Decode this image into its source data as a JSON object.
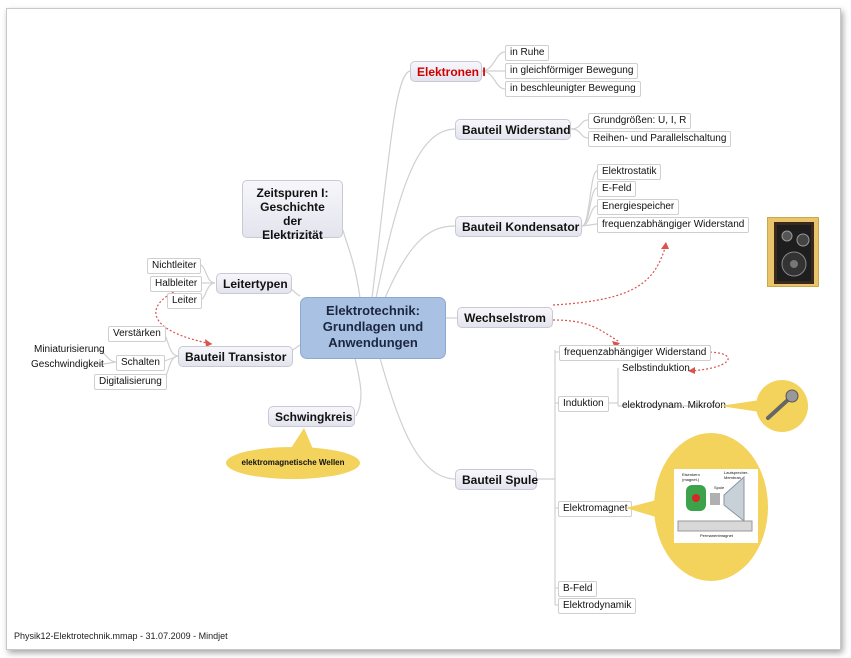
{
  "center": "Elektrotechnik:\nGrundlagen und\nAnwendungen",
  "branches": {
    "elektronen": {
      "label": "Elektronen I",
      "children": [
        "in Ruhe",
        "in gleichförmiger Bewegung",
        "in beschleunigter Bewegung"
      ]
    },
    "widerstand": {
      "label": "Bauteil Widerstand",
      "children": [
        "Grundgrößen: U, I, R",
        "Reihen- und Parallelschaltung"
      ]
    },
    "kondensator": {
      "label": "Bauteil Kondensator",
      "children": [
        "Elektrostatik",
        "E-Feld",
        "Energiespeicher",
        "frequenzabhängiger Widerstand"
      ]
    },
    "wechselstrom": {
      "label": "Wechselstrom"
    },
    "spule": {
      "label": "Bauteil Spule",
      "children": [
        "frequenzabhängiger Widerstand",
        "Induktion",
        "Elektromagnet",
        "B-Feld",
        "Elektrodynamik"
      ],
      "induktion_children": [
        "Selbstinduktion",
        "elektrodynam. Mikrofon"
      ]
    },
    "zeitspuren": {
      "label": "Zeitspuren I:\nGeschichte\nder\nElektrizität"
    },
    "leitertypen": {
      "label": "Leitertypen",
      "children": [
        "Nichtleiter",
        "Halbleiter",
        "Leiter"
      ]
    },
    "transistor": {
      "label": "Bauteil Transistor",
      "children": [
        "Verstärken",
        "Schalten",
        "Digitalisierung"
      ],
      "schalten_children": [
        "Miniaturisierung",
        "Geschwindigkeit"
      ]
    },
    "schwingkreis": {
      "label": "Schwingkreis",
      "callout": "elektromagnetische Wellen"
    }
  },
  "image_labels": {
    "elektromagnet_top_left": "Eisenkern (magnet.)",
    "elektromagnet_top_right": "Lautsprecher-Membran",
    "elektromagnet_spule": "Spule",
    "elektromagnet_bottom": "Permanentmagnet"
  },
  "footer": "Physik12-Elektrotechnik.mmap - 31.07.2009 - Mindjet",
  "colors": {
    "center": "#a9c1e2",
    "callout": "#f3d35c",
    "arrow": "#d9534f",
    "highlight": "#d00000"
  }
}
